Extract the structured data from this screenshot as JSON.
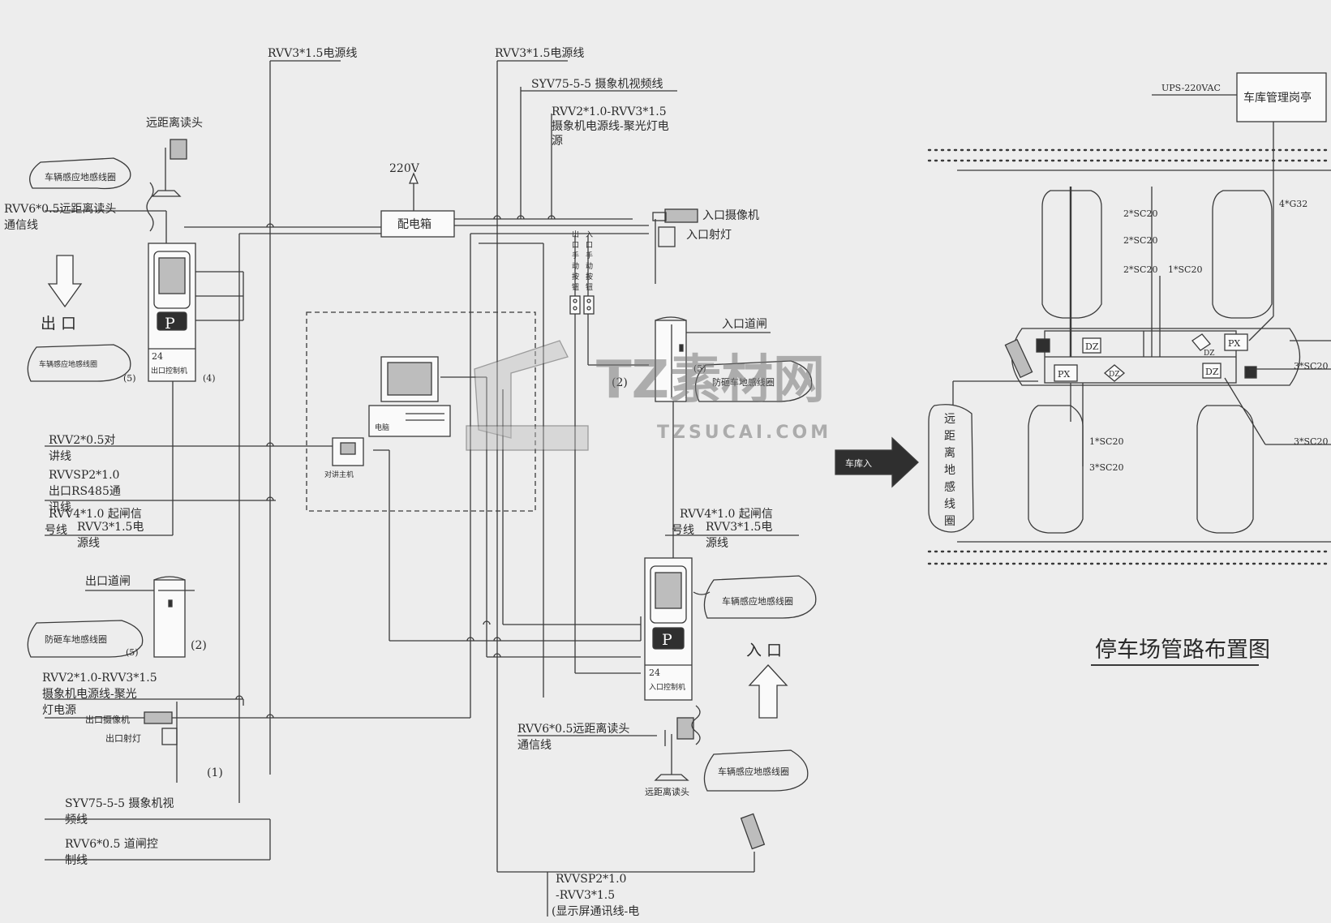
{
  "labels": {
    "pwr1": "RVV3*1.5电源线",
    "pwr2": "RVV3*1.5电源线",
    "video_top": "SYV75-5-5 摄象机视频线",
    "cam_pwr_top_1": "RVV2*1.0-RVV3*1.5",
    "cam_pwr_top_2": "摄象机电源线-聚光灯电",
    "cam_pwr_top_3": "源",
    "v220": "220V",
    "box": "配电箱",
    "in_cam": "入口摄像机",
    "in_light": "入口射灯",
    "far_reader_top": "远距离读头",
    "loop_top": "车辆感应地感线圈",
    "rvv6_top_1": "RVV6*0.5远距离读头",
    "rvv6_top_2": "通信线",
    "exit_word": "出 口",
    "exit_loop": "车辆感应地感线圈",
    "n5a": "(5)",
    "n4": "(4)",
    "exit_ctrl": "出口控制机",
    "in_btn_v": [
      "入",
      "口",
      "手",
      "动",
      "按",
      "钮"
    ],
    "out_btn_v": [
      "出",
      "口",
      "手",
      "动",
      "按",
      "钮"
    ],
    "gate_in": "入口道闸",
    "n5b": "(5)",
    "anti_in": "防砸车地感线圈",
    "n2a": "(2)",
    "pc": "电脑",
    "intercom": "对讲主机",
    "rvv2_1": "RVV2*0.5对",
    "rvv2_2": "讲线",
    "rvvsp_1": "RVVSP2*1.0",
    "rvvsp_2": "出口RS485通",
    "rvvsp_3": "讯线",
    "rvv4_l_1": "RVV4*1.0  起闸信",
    "rvv4_l_2": "号线",
    "rvv3_l_1": "RVV3*1.5电",
    "rvv3_l_2": "源线",
    "gate_out": "出口道闸",
    "anti_out": "防砸车地感线圈",
    "n5c": "(5)",
    "n2b": "(2)",
    "campwr_b_1": "RVV2*1.0-RVV3*1.5",
    "campwr_b_2": "摄象机电源线-聚光",
    "campwr_b_3": "灯电源",
    "out_cam": "出口摄像机",
    "out_light": "出口射灯",
    "n1": "(1)",
    "video_b_1": "SYV75-5-5 摄象机视",
    "video_b_2": "频线",
    "rvv6_b_1": "RVV6*0.5 道闸控",
    "rvv6_b_2": "制线",
    "rvv4_r_1": "RVV4*1.0  起闸信",
    "rvv4_r_2": "号线",
    "rvv3_r_1": "RVV3*1.5电",
    "rvv3_r_2": "源线",
    "in_loop": "车辆感应地感线圈",
    "in_ctrl": "入口控制机",
    "entry_word": "入 口",
    "rvv6_r_1": "RVV6*0.5远距离读头",
    "rvv6_r_2": "通信线",
    "far_reader_b": "远距离读头",
    "loop_b": "车辆感应地感线圈",
    "disp_1": "RVVSP2*1.0",
    "disp_2": "-RVV3*1.5",
    "disp_3": "(显示屏通讯线-电",
    "ups": "UPS-220VAC",
    "booth": "车库管理岗亭",
    "g32": "4*G32",
    "sc1": "2*SC20",
    "sc2": "2*SC20",
    "sc3": "2*SC20",
    "sc4": "1*SC20",
    "sc5": "3*SC20",
    "sc6": "1*SC20",
    "sc7": "3*SC20",
    "sc8": "3*SC20",
    "px1": "PX",
    "px2": "PX",
    "dz1": "DZ",
    "dz2": "DZ",
    "dz3": "DZ",
    "dz4": "DZ",
    "garage_in": "车库入",
    "far_loop_v": [
      "远",
      "距",
      "离",
      "地",
      "感",
      "线",
      "圈"
    ],
    "title": "停车场管路布置图",
    "wm1": "TZ素材网",
    "wm2": "TZSUCAI.COM",
    "p_letter": "P",
    "d24": "24"
  }
}
